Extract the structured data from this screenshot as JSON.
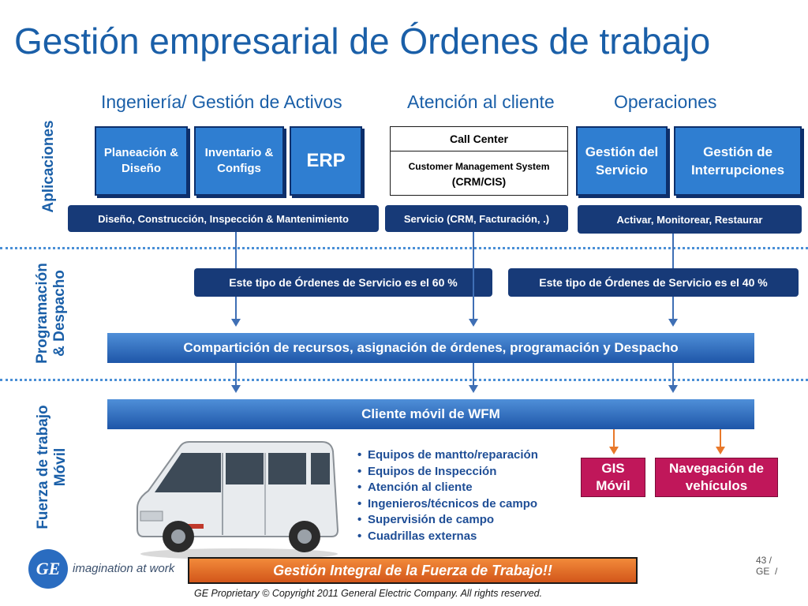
{
  "slide": {
    "title": "Gestión empresarial de Órdenes de trabajo",
    "column_headers": [
      "Ingeniería/ Gestión de Activos",
      "Atención al cliente",
      "Operaciones"
    ],
    "row_labels": {
      "apps": "Aplicaciones",
      "prog_line1": "Programación",
      "prog_line2": "& Despacho",
      "fuerza_line1": "Fuerza de trabajo",
      "fuerza_line2": "Móvil"
    },
    "apps": {
      "planeacion": "Planeación & Diseño",
      "inventario": "Inventario & Configs",
      "erp": "ERP",
      "call_center": "Call Center",
      "cms": "Customer Management System",
      "crm_cis": "(CRM/CIS)",
      "gestion_servicio": "Gestión del Servicio",
      "gestion_interrupciones": "Gestión de Interrupciones"
    },
    "bars": {
      "diseno": "Diseño, Construcción, Inspección & Mantenimiento",
      "servicio": "Servicio (CRM, Facturación, .)",
      "activar": "Activar, Monitorear, Restaurar"
    },
    "ordenes": {
      "pct60": "Este tipo de Órdenes de Servicio es el 60 %",
      "pct40": "Este tipo de Órdenes de Servicio es el 40 %"
    },
    "comparticion": "Compartición de recursos, asignación de órdenes, programación y Despacho",
    "cliente_movil": "Cliente móvil de WFM",
    "mobile_items": [
      "Equipos de mantto/reparación",
      "Equipos de Inspección",
      "Atención al cliente",
      "Ingenieros/técnicos de campo",
      "Supervisión de campo",
      "Cuadrillas externas"
    ],
    "gis": "GIS Móvil",
    "navegacion": "Navegación de vehículos",
    "footer_banner": "Gestión Integral de la Fuerza de Trabajo!!",
    "logo_text": "imagination at work",
    "logo_mark": "GE",
    "page_num": "43 /",
    "page_ge": "GE  /",
    "copyright": "GE Proprietary © Copyright 2011 General Electric Company. All rights reserved.",
    "colors": {
      "title_blue": "#1a5fa8",
      "box_blue": "#2f7ed1",
      "navy": "#173a78",
      "magenta": "#c0175a",
      "orange": "#e8782a"
    }
  }
}
